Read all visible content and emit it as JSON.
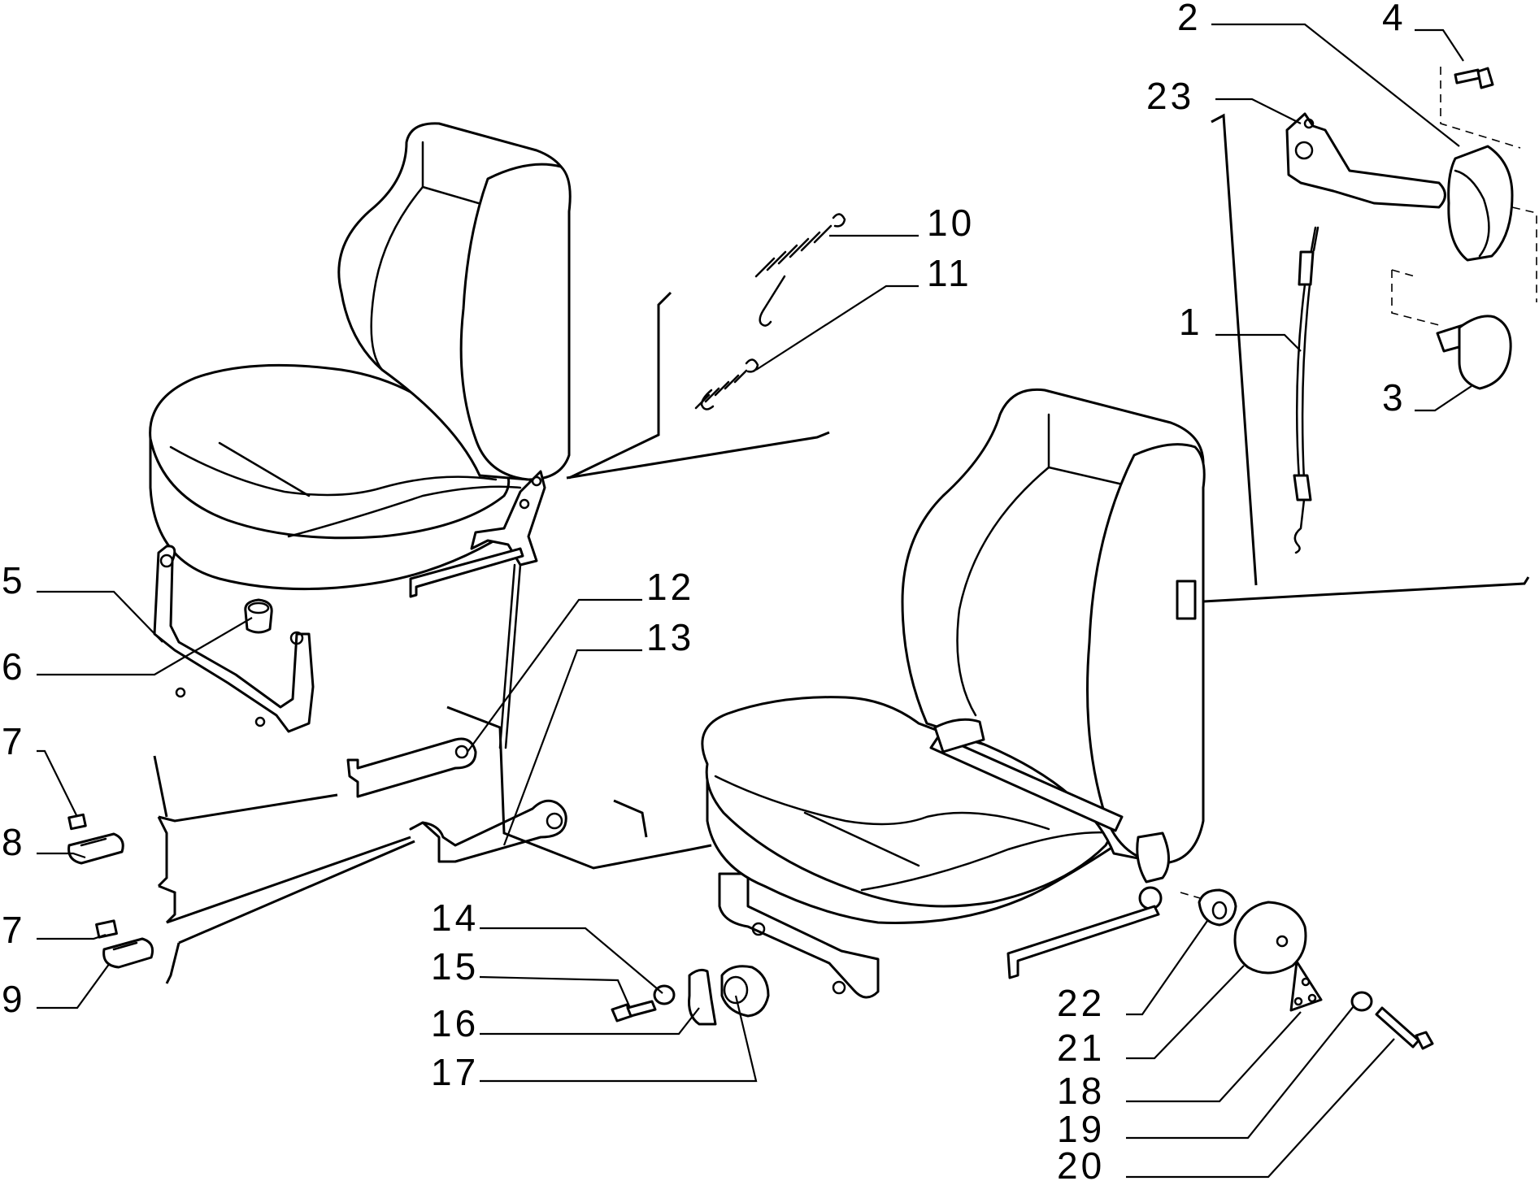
{
  "diagram": {
    "type": "exploded parts drawing",
    "callouts": {
      "p1": "1",
      "p2": "2",
      "p3": "3",
      "p4": "4",
      "p5": "5",
      "p6": "6",
      "p7a": "7",
      "p7b": "7",
      "p8": "8",
      "p9": "9",
      "p10": "10",
      "p11": "11",
      "p12": "12",
      "p13": "13",
      "p14": "14",
      "p15": "15",
      "p16": "16",
      "p17": "17",
      "p18": "18",
      "p19": "19",
      "p20": "20",
      "p21": "21",
      "p22": "22",
      "p23": "23"
    }
  }
}
